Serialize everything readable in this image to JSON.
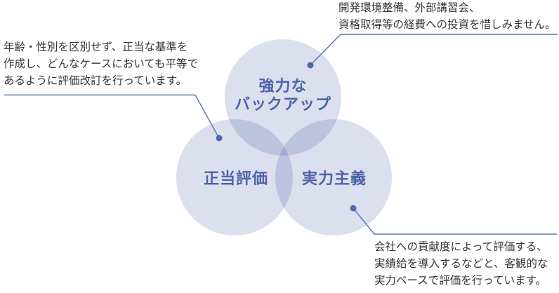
{
  "venn": {
    "circles": [
      {
        "key": "backup",
        "label_lines": [
          "強力な",
          "バックアップ"
        ]
      },
      {
        "key": "fair",
        "label_lines": [
          "正当評価"
        ]
      },
      {
        "key": "merit",
        "label_lines": [
          "実力主義"
        ]
      }
    ]
  },
  "annotations": {
    "fair": {
      "lines": [
        "年齢・性別を区別せず、正当な基準を",
        "作成し、どんなケースにおいても平等で",
        "あるように評価改訂を行っています。"
      ]
    },
    "backup": {
      "lines": [
        "開発環境整備、外部講習会、",
        "資格取得等の経費への投資を惜しみません。"
      ]
    },
    "merit": {
      "lines": [
        "会社への貢献度によって評価する、",
        "実績給を導入するなどと、客観的な",
        "実力ベースで評価を行っています。"
      ]
    }
  },
  "colors": {
    "background": "#ffffff",
    "circle_fill": "#dbdfee",
    "overlap_two": "#b8c0db",
    "overlap_three": "#9aa6c9",
    "label_text": "#4d64a9",
    "leader_line": "#5f77b2",
    "dot": "#4b69ae",
    "annotation_text": "#363636"
  }
}
